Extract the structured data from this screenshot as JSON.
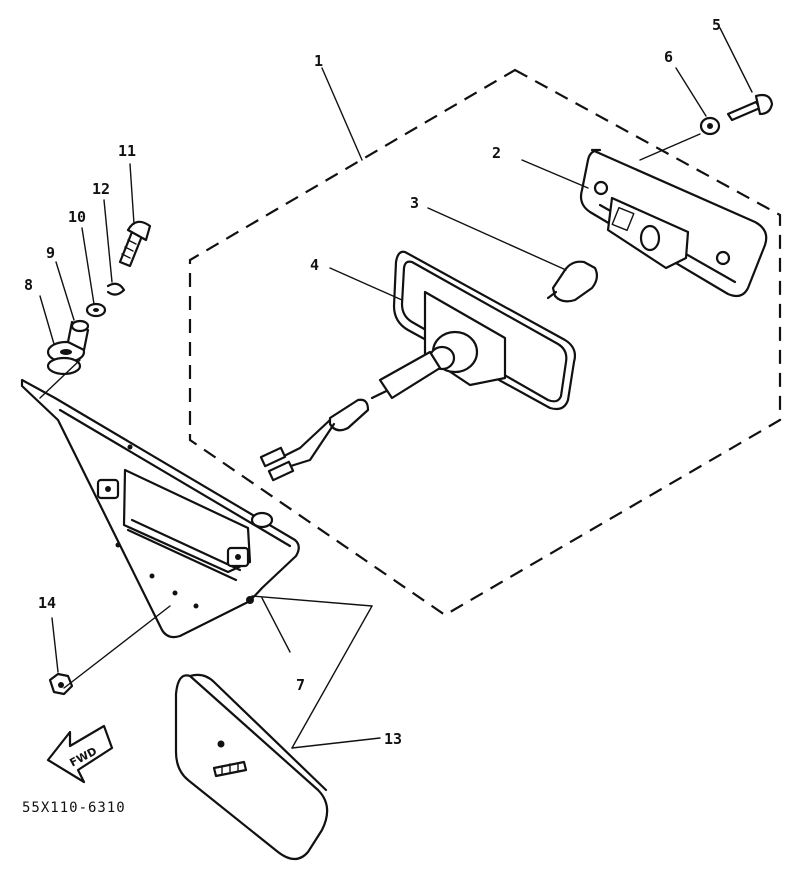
{
  "diagram": {
    "part_code": "55X110-6310",
    "direction_label": "FWD",
    "callouts": {
      "c1": "1",
      "c2": "2",
      "c3": "3",
      "c4": "4",
      "c5": "5",
      "c6": "6",
      "c7": "7",
      "c8": "8",
      "c9": "9",
      "c10": "10",
      "c11": "11",
      "c12": "12",
      "c13": "13",
      "c14": "14"
    }
  }
}
